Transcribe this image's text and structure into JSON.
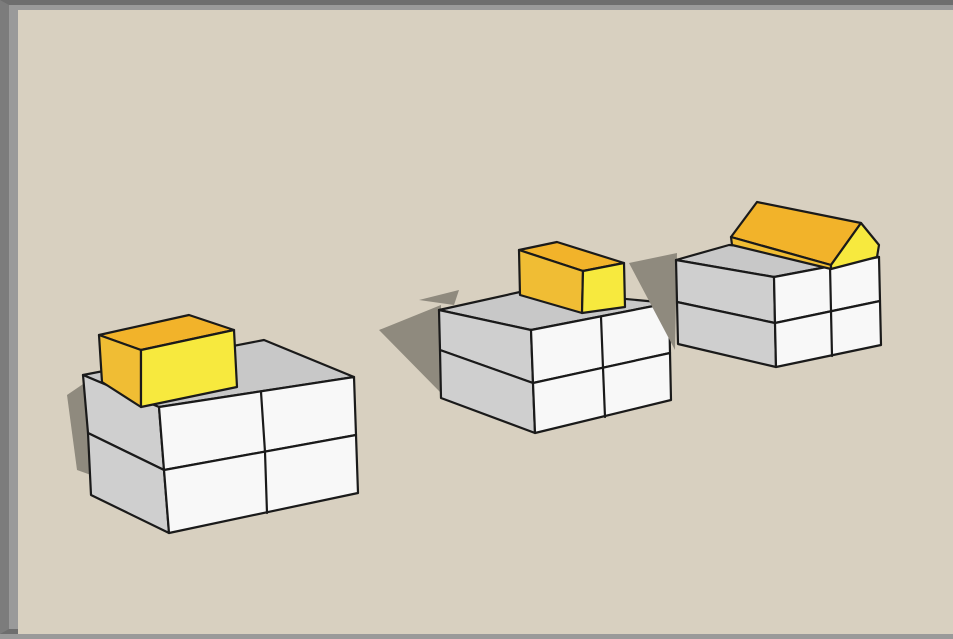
{
  "viewport": {
    "background_color": "#d8d0c0",
    "shadow_color": "#8f8a7e",
    "edge_color": "#1a1a1a",
    "frame_color": "#6e6e6e"
  },
  "materials": {
    "block_top": "#c8c8c8",
    "block_left_face": "#cfcfcf",
    "block_front_face": "#f8f8f8",
    "block_side_face": "#e3e3e3",
    "roof_top": "#f2b32a",
    "roof_front": "#f7e93e",
    "roof_side": "#f0bd34"
  },
  "models": [
    {
      "id": "model-flat-roof-large",
      "blocks": 2,
      "roof": "flat"
    },
    {
      "id": "model-flat-roof-medium",
      "blocks": 2,
      "roof": "flat"
    },
    {
      "id": "model-gable-roof-house",
      "blocks": 2,
      "roof": "gable"
    }
  ]
}
